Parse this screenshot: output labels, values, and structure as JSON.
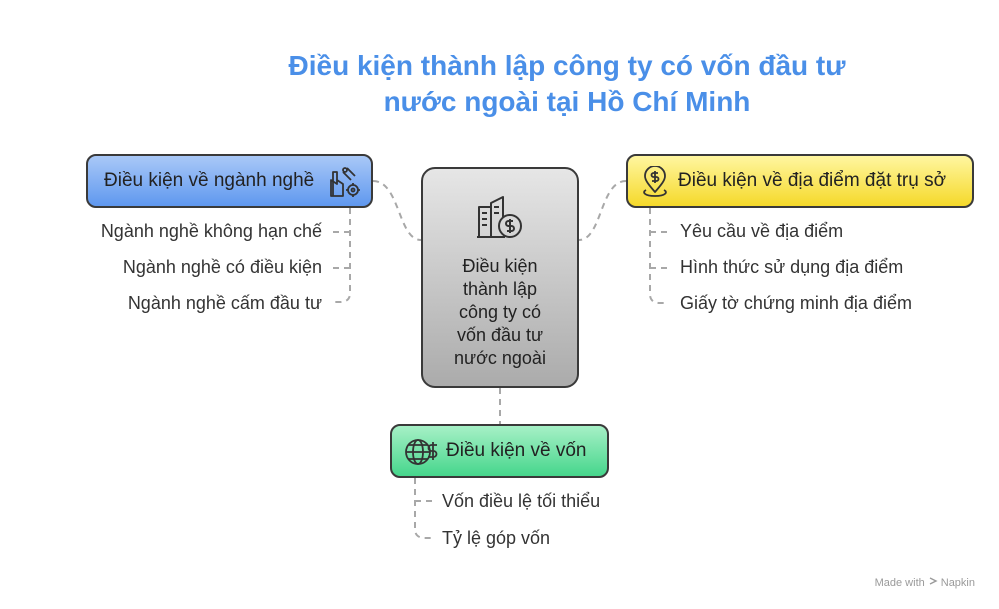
{
  "title": {
    "line1": "Điều kiện thành lập công ty có vốn đầu tư",
    "line2": "nước ngoài tại Hồ Chí Minh"
  },
  "center": {
    "label": "Điều kiện\nthành lập\ncông ty có\nvốn đầu tư\nnước ngoài",
    "icon": "building-dollar-icon"
  },
  "industry": {
    "label": "Điều kiện về ngành nghề",
    "icon": "factory-gear-icon",
    "items": [
      "Ngành nghề không hạn chế",
      "Ngành nghề có điều kiện",
      "Ngành nghề cấm đầu tư"
    ]
  },
  "location": {
    "label": "Điều kiện về địa điểm đặt trụ sở",
    "icon": "location-pin-dollar-icon",
    "items": [
      "Yêu cầu về địa điểm",
      "Hình thức sử dụng địa điểm",
      "Giấy tờ chứng minh địa điểm"
    ]
  },
  "capital": {
    "label": "Điều kiện về vốn",
    "icon": "globe-dollar-icon",
    "items": [
      "Vốn điều lệ tối thiểu",
      "Tỷ lệ góp vốn"
    ]
  },
  "credit": {
    "made_with": "Made with",
    "brand": "Napkin"
  },
  "colors": {
    "title": "#4a8fe8",
    "industry": "#5f98ef",
    "location": "#f5d92a",
    "capital": "#46d68c",
    "center": "#c4c4c4"
  }
}
